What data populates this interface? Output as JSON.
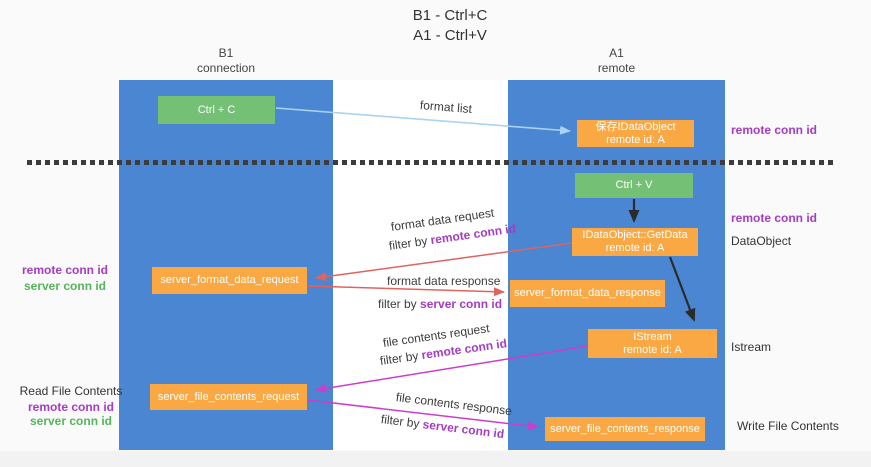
{
  "title": {
    "line1": "B1 - Ctrl+C",
    "line2": "A1 - Ctrl+V"
  },
  "lifelines": {
    "b1": {
      "name": "B1",
      "subtitle": "connection"
    },
    "a1": {
      "name": "A1",
      "subtitle": "remote"
    }
  },
  "nodes": {
    "ctrl_c": {
      "label": "Ctrl + C"
    },
    "save_dataobject": {
      "line1": "保存IDataObject",
      "line2": "remote id: A"
    },
    "ctrl_v": {
      "label": "Ctrl + V"
    },
    "getdata": {
      "line1": "IDataObject::GetData",
      "line2": "remote id: A"
    },
    "format_request": {
      "label": "server_format_data_request"
    },
    "format_response": {
      "label": "server_format_data_response"
    },
    "istream": {
      "line1": "IStream",
      "line2": "remote id: A"
    },
    "file_request": {
      "label": "server_file_contents_request"
    },
    "file_response": {
      "label": "server_file_contents_response"
    }
  },
  "arrows": {
    "format_list": {
      "label": "format list"
    },
    "format_data_request": {
      "label": "format data request",
      "filter_prefix": "filter by ",
      "filter_key": "remote conn id"
    },
    "format_data_response": {
      "label": "format data response",
      "filter_prefix": "filter by ",
      "filter_key": "server conn id"
    },
    "file_contents_request": {
      "label": "file contents request",
      "filter_prefix": "filter by ",
      "filter_key": "remote conn id"
    },
    "file_contents_response": {
      "label": "file contents response",
      "filter_prefix": "filter by ",
      "filter_key": "server conn id"
    }
  },
  "side_labels": {
    "right_remote_conn_top": "remote conn id",
    "right_remote_conn_mid": "remote conn id",
    "dataobject": "DataObject",
    "istream": "Istream",
    "write_file_contents": "Write File Contents",
    "left_remote_conn_top": "remote conn id",
    "left_server_conn_top": "server conn id",
    "read_file_contents": "Read File Contents",
    "left_remote_conn_bottom": "remote conn id",
    "left_server_conn_bottom": "server conn id"
  },
  "colors": {
    "lane_blue": "#4a86d2",
    "box_orange": "#f9a843",
    "box_green": "#74c176",
    "arrow_red": "#e0635f",
    "arrow_magenta": "#cb3ecb",
    "arrow_light_blue": "#a9d3ef",
    "arrow_black": "#2b2b2b",
    "text_purple": "#a53cc4",
    "text_green": "#56b45c"
  }
}
